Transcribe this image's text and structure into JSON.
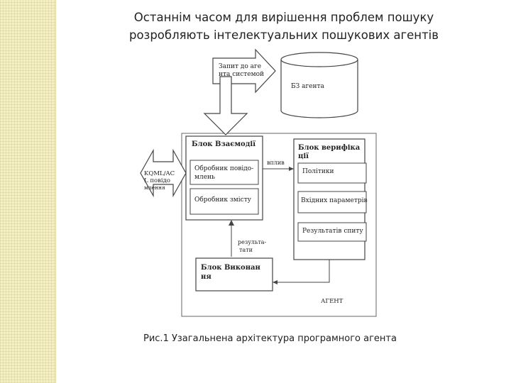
{
  "slide": {
    "title_line1": "Останнім часом для вирішення проблем пошуку",
    "title_line2": "розробляють інтелектуальних пошукових агентів",
    "caption": "Рис.1  Узагальнена архітектура програмного агента"
  },
  "diagram": {
    "request_line1": "Запит до аге",
    "request_line2": "нта системой",
    "kb": "БЗ агента",
    "interaction_block": "Блок Взаємодії",
    "msg_handler_line1": "Обробник повідо-",
    "msg_handler_line2": "млень",
    "content_handler": "Обробник змісту",
    "kqml_line1": "KQML/AC",
    "kqml_line2": "L повідо",
    "kqml_line3": "млення",
    "verify_block_line1": "Блок верифіка",
    "verify_block_line2": "ції",
    "link_label": "вплив",
    "policies": "Політики",
    "input_params": "Вхідних параметрів",
    "search_results": "Результатів спиту",
    "results_line1": "результа-",
    "results_line2": "тати",
    "exec_block_line1": "Блок Виконан",
    "exec_block_line2": "ня",
    "agent": "АГЕНТ"
  }
}
